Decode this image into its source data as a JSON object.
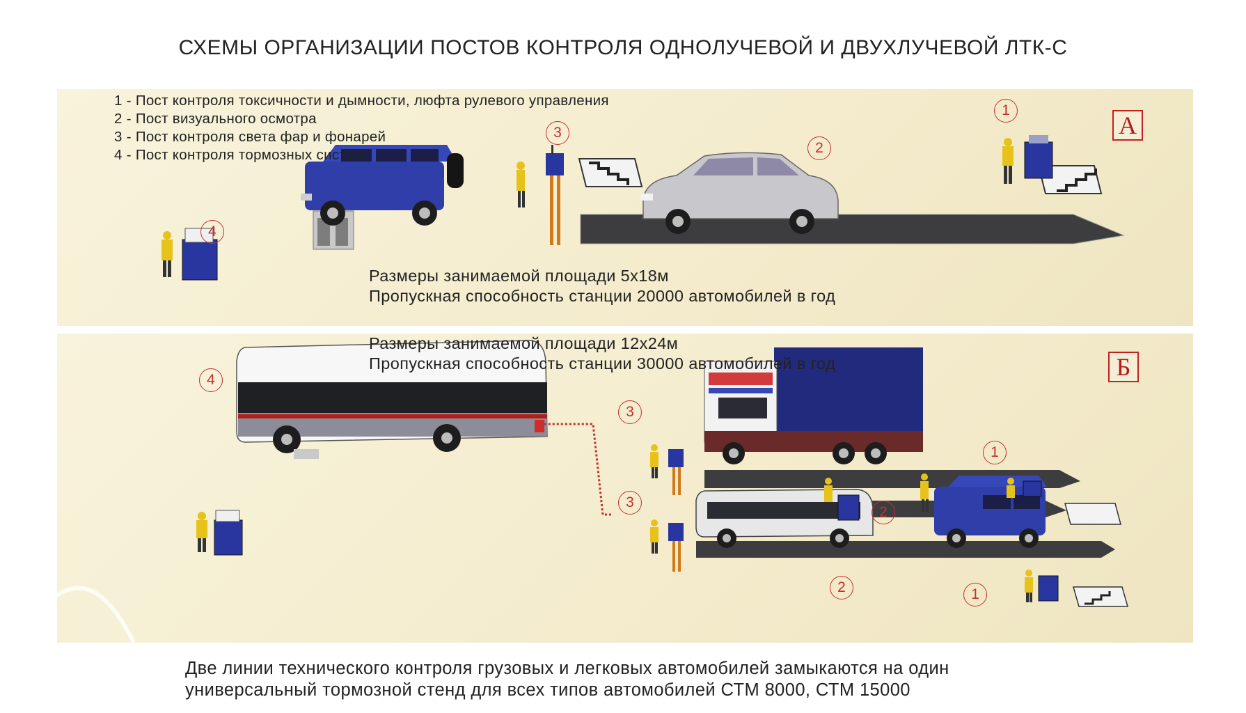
{
  "title": "СХЕМЫ ОРГАНИЗАЦИИ ПОСТОВ КОНТРОЛЯ ОДНОЛУЧЕВОЙ И ДВУХЛУЧЕВОЙ ЛТК-С",
  "legend": [
    "1 - Пост контроля токсичности и дымности,  люфта рулевого управления",
    "2 - Пост визуального осмотра",
    "3 - Пост контроля света фар и фонарей",
    "4 - Пост контроля тормозных систем"
  ],
  "panel_a": {
    "badge": "А",
    "info": [
      "Размеры занимаемой площади 5х18м",
      "Пропускная способность станции 20000 автомобилей в год"
    ],
    "posts": [
      "1",
      "2",
      "3",
      "4"
    ]
  },
  "panel_b": {
    "badge": "Б",
    "info": [
      "Размеры занимаемой площади 12х24м",
      "Пропускная способность станции 30000 автомобилей в год"
    ],
    "posts": [
      "4",
      "3",
      "3",
      "1",
      "2",
      "2",
      "1"
    ]
  },
  "caption": [
    "Две линии технического контроля грузовых и легковых автомобилей замыкаются на один",
    "универсальный тормозной стенд для всех типов автомобилей СТМ 8000, СТМ 15000"
  ],
  "colors": {
    "marker_red": "#c53030",
    "blue_vehicle": "#2f3ea8",
    "worker_yellow": "#e6c21a"
  }
}
